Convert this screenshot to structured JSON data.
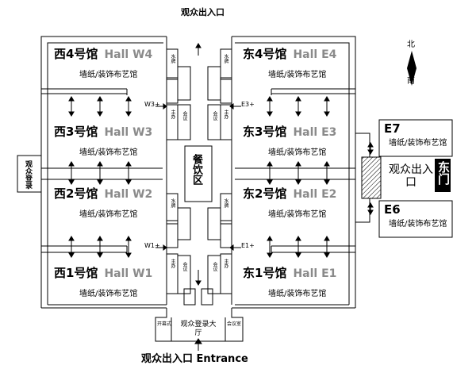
{
  "map": {
    "top_entrance": "观众出入口",
    "bottom_entrance": "观众出入口 Entrance",
    "compass": {
      "north": "北",
      "south": "南"
    },
    "halls": {
      "w4": {
        "cn": "西4号馆",
        "en": "Hall W4",
        "sub": "墙纸/装饰布艺馆"
      },
      "w3": {
        "cn": "西3号馆",
        "en": "Hall W3",
        "sub": "墙纸/装饰布艺馆"
      },
      "w2": {
        "cn": "西2号馆",
        "en": "Hall W2",
        "sub": "墙纸/装饰布艺馆"
      },
      "w1": {
        "cn": "西1号馆",
        "en": "Hall W1",
        "sub": "墙纸/装饰布艺馆"
      },
      "e4": {
        "cn": "东4号馆",
        "en": "Hall E4",
        "sub": "墙纸/装饰布艺馆"
      },
      "e3": {
        "cn": "东3号馆",
        "en": "Hall E3",
        "sub": "墙纸/装饰布艺馆"
      },
      "e2": {
        "cn": "东2号馆",
        "en": "Hall E2",
        "sub": "墙纸/装饰布艺馆"
      },
      "e1": {
        "cn": "东1号馆",
        "en": "Hall E1",
        "sub": "墙纸/装饰布艺馆"
      },
      "e7": {
        "cn": "E7",
        "sub": "墙纸/装饰布艺馆"
      },
      "e6": {
        "cn": "E6",
        "sub": "墙纸/装饰布艺馆"
      }
    },
    "mezzanine": {
      "w3": "W3+",
      "e3": "E3+",
      "w1": "W1+",
      "e1": "E1+"
    },
    "dining": "餐饮区",
    "west_entry": "观众登录",
    "east_door": {
      "visitor_entry": "观众出入口",
      "east_gate": "东门"
    },
    "lobby": {
      "name": "观众登录大厅",
      "left_room": "开幕式",
      "right_room": "会议室"
    },
    "facility": {
      "water": "水牌",
      "office": "主办",
      "meeting": "会议"
    }
  }
}
